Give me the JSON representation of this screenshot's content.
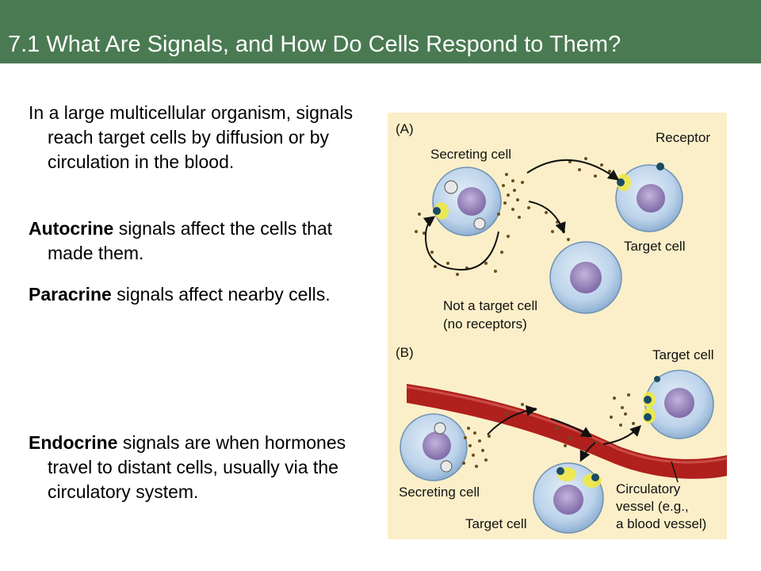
{
  "slide": {
    "title": "7.1 What Are Signals, and How Do Cells Respond to Them?"
  },
  "body": {
    "p1": "In a large multicellular organism, signals reach target cells by diffusion or by circulation in the blood.",
    "p2_bold": "Autocrine",
    "p2_rest": " signals affect the cells that made them.",
    "p3_bold": "Paracrine",
    "p3_rest": " signals affect nearby cells.",
    "p4_bold": "Endocrine",
    "p4_rest": " signals are when hormones travel to distant cells, usually via the circulatory system."
  },
  "figure": {
    "panel_a": {
      "label": "(A)",
      "secreting_cell": "Secreting cell",
      "receptor": "Receptor",
      "target_cell": "Target cell",
      "not_target_line1": "Not a target cell",
      "not_target_line2": "(no receptors)"
    },
    "panel_b": {
      "label": "(B)",
      "target_cell_top": "Target cell",
      "secreting_cell": "Secreting cell",
      "target_cell_bottom": "Target cell",
      "vessel_line1": "Circulatory",
      "vessel_line2": "vessel (e.g.,",
      "vessel_line3": "a blood vessel)"
    },
    "colors": {
      "background": "#fbefc9",
      "cell": "#bcd3ea",
      "nucleus": "#9a87bd",
      "receptor": "#1b4b66",
      "receptor_glow": "#f2ea3a",
      "vessel": "#b0201c",
      "signal": "#6b4e1e"
    }
  }
}
